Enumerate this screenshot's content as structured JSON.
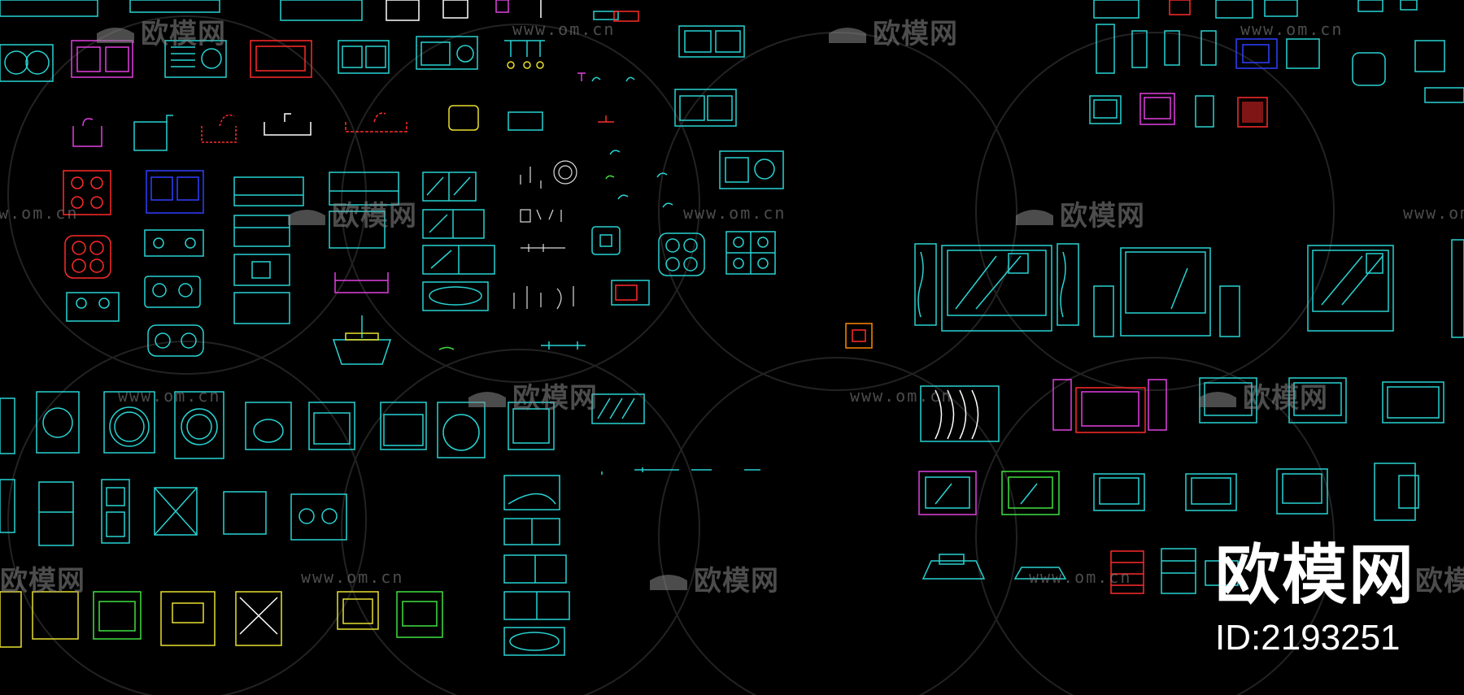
{
  "watermarks": {
    "logo_text": "欧模网",
    "url_text": "www.om.cn"
  },
  "brand": {
    "name": "欧模网",
    "id_label": "ID:2193251"
  },
  "colors": {
    "background": "#000000",
    "cyan": "#29d3d3",
    "red": "#ff2a2a",
    "magenta": "#e040e0",
    "blue": "#3040ff",
    "yellow": "#e8e030",
    "green": "#40e040",
    "white": "#ffffff",
    "orange": "#ff8800",
    "watermark": "#8a8a8a"
  },
  "icons": [
    "sink-icon",
    "faucet-icon",
    "gas-stove-icon",
    "range-hood-icon",
    "cabinet-icon",
    "oven-icon",
    "microwave-icon",
    "utensils-icon",
    "washing-machine-icon",
    "refrigerator-icon",
    "tv-icon",
    "speaker-icon",
    "computer-tower-icon",
    "monitor-icon",
    "projector-icon",
    "stereo-rack-icon"
  ]
}
